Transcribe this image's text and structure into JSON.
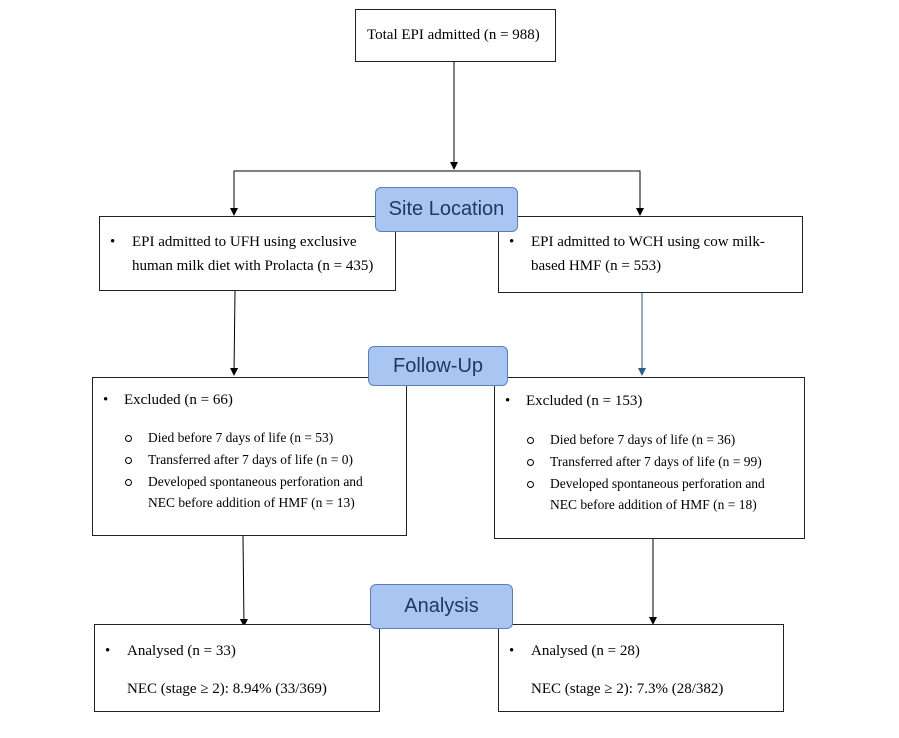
{
  "total": {
    "label": "Total EPI admitted (n = 988)"
  },
  "stages": {
    "site_location": "Site Location",
    "follow_up": "Follow-Up",
    "analysis": "Analysis"
  },
  "left": {
    "site_line1": "EPI admitted to UFH using exclusive",
    "site_line2": "human milk diet with Prolacta (n = 435)",
    "excluded": "Excluded (n = 66)",
    "excl_items": [
      "Died before 7 days of life (n = 53)",
      "Transferred after 7 days of life (n = 0)",
      "Developed spontaneous perforation and",
      "NEC before addition of HMF (n = 13)"
    ],
    "analysed": "Analysed (n = 33)",
    "nec": "NEC (stage ≥ 2): 8.94% (33/369)"
  },
  "right": {
    "site_line1": "EPI admitted to WCH using cow milk-",
    "site_line2": "based HMF (n = 553)",
    "excluded": "Excluded (n = 153)",
    "excl_items": [
      "Died before 7 days of life (n = 36)",
      "Transferred after 7 days of life (n = 99)",
      "Developed spontaneous perforation and",
      "NEC before addition of HMF (n = 18)"
    ],
    "analysed": "Analysed (n = 28)",
    "nec": "NEC (stage ≥ 2): 7.3% (28/382)"
  },
  "colors": {
    "stage_fill": "#a9c6f2",
    "stage_text": "#1f3864",
    "arrow_blue": "#2e5d8a"
  }
}
